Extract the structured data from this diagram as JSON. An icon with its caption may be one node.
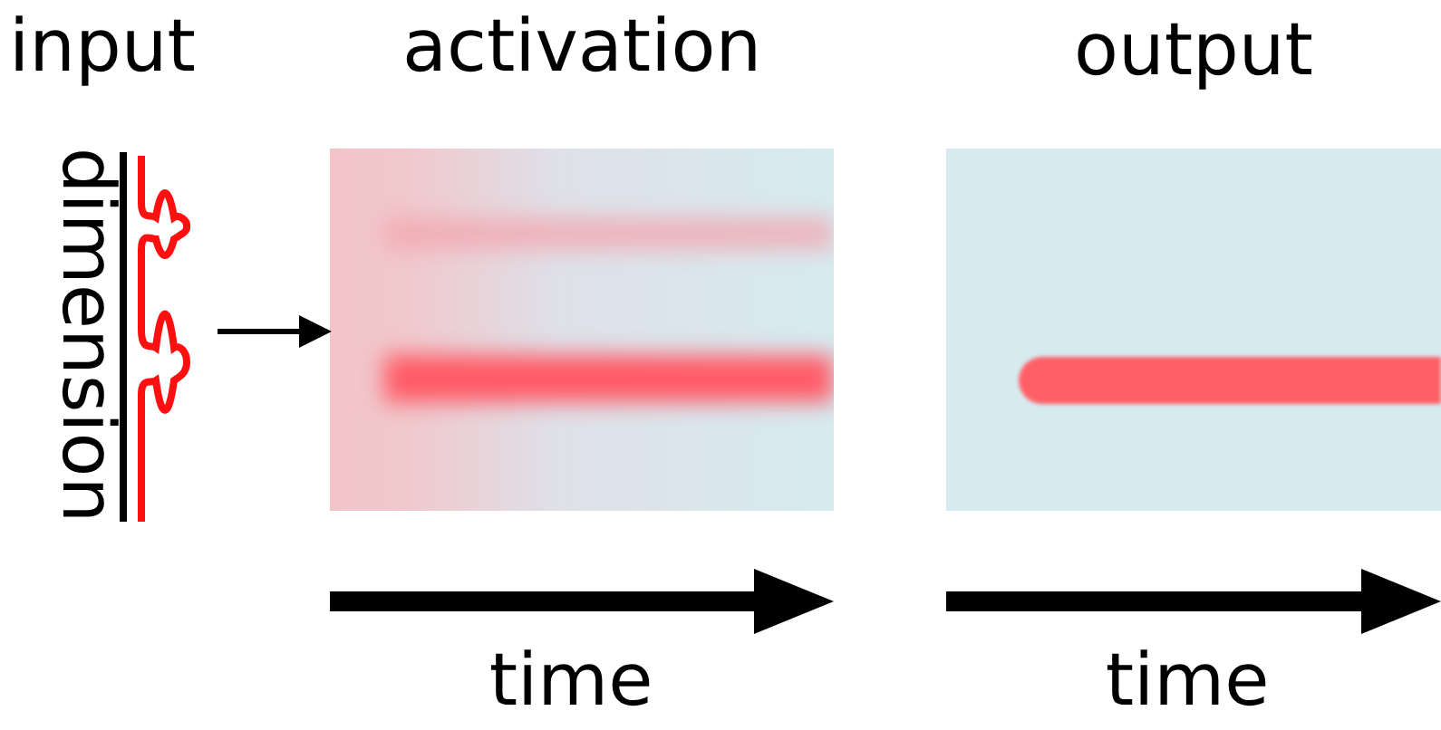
{
  "diagram": {
    "nodes": [
      {
        "text": [
          "input"
        ]
      },
      {
        "text": [
          "activation"
        ]
      },
      {
        "text": [
          "output"
        ]
      }
    ],
    "edges": [
      {
        "from": 0,
        "to": 1,
        "arrow": "to"
      }
    ],
    "labels": [
      "dimension",
      "time",
      "time"
    ]
  }
}
